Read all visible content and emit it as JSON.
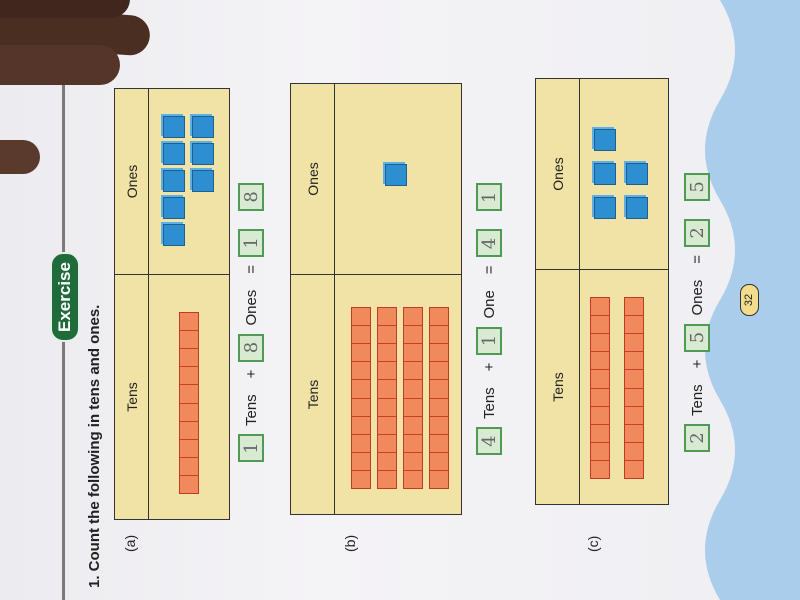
{
  "heading": "Exercise",
  "question": "1. Count the following in tens and ones.",
  "page_number": "32",
  "exercises": [
    {
      "label": "(a)",
      "col_tens": "Tens",
      "col_ones": "Ones",
      "tens_rods": 1,
      "ones_cubes": 8,
      "equation": {
        "tens_answer": "1",
        "tens_word": "Tens",
        "plus": "+",
        "ones_answer": "8",
        "ones_word": "Ones",
        "equals": "=",
        "result_tens": "1",
        "result_ones": "8"
      }
    },
    {
      "label": "(b)",
      "col_tens": "Tens",
      "col_ones": "Ones",
      "tens_rods": 4,
      "ones_cubes": 1,
      "equation": {
        "tens_answer": "4",
        "tens_word": "Tens",
        "plus": "+",
        "ones_answer": "1",
        "ones_word": "One",
        "equals": "=",
        "result_tens": "4",
        "result_ones": "1"
      }
    },
    {
      "label": "(c)",
      "col_tens": "Tens",
      "col_ones": "Ones",
      "tens_rods": 2,
      "ones_cubes": 5,
      "equation": {
        "tens_answer": "2",
        "tens_word": "Tens",
        "plus": "+",
        "ones_answer": "5",
        "ones_word": "Ones",
        "equals": "=",
        "result_tens": "2",
        "result_ones": "5"
      }
    }
  ],
  "colors": {
    "heading_bg": "#1f6b3a",
    "table_bg": "#f1e3a6",
    "rod": "#f08a5c",
    "cube": "#2e8fd0",
    "answer_box": "#d8ead2",
    "wave": "#a9cdea"
  }
}
